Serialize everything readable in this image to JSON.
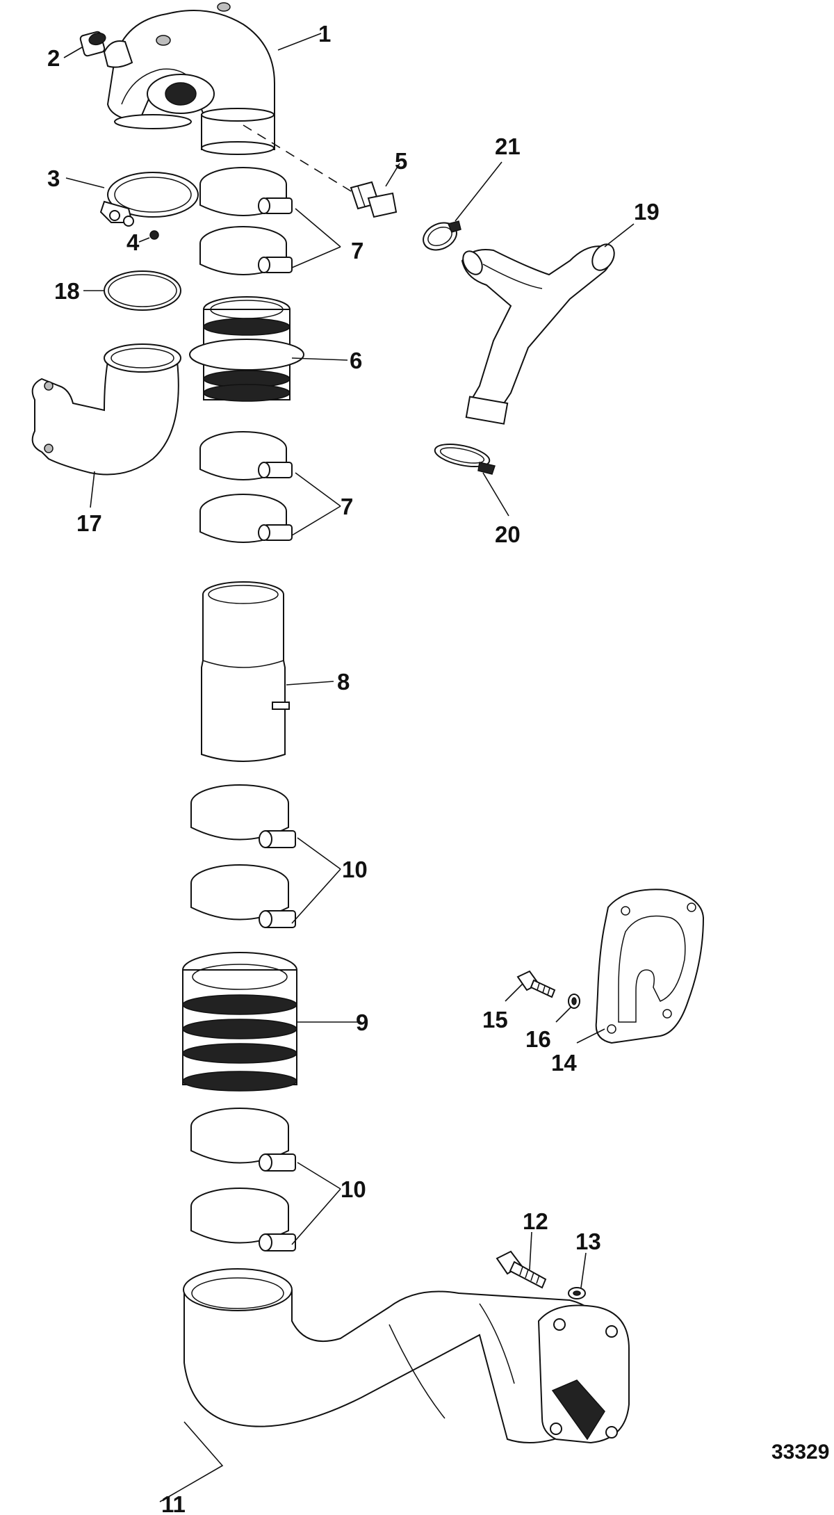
{
  "figure_number": "33329",
  "callouts": {
    "c1": "1",
    "c2": "2",
    "c3": "3",
    "c4": "4",
    "c5": "5",
    "c6": "6",
    "c7a": "7",
    "c7b": "7",
    "c8": "8",
    "c9": "9",
    "c10a": "10",
    "c10b": "10",
    "c11": "11",
    "c12": "12",
    "c13": "13",
    "c14": "14",
    "c15": "15",
    "c16": "16",
    "c17": "17",
    "c18": "18",
    "c19": "19",
    "c20": "20",
    "c21": "21"
  }
}
